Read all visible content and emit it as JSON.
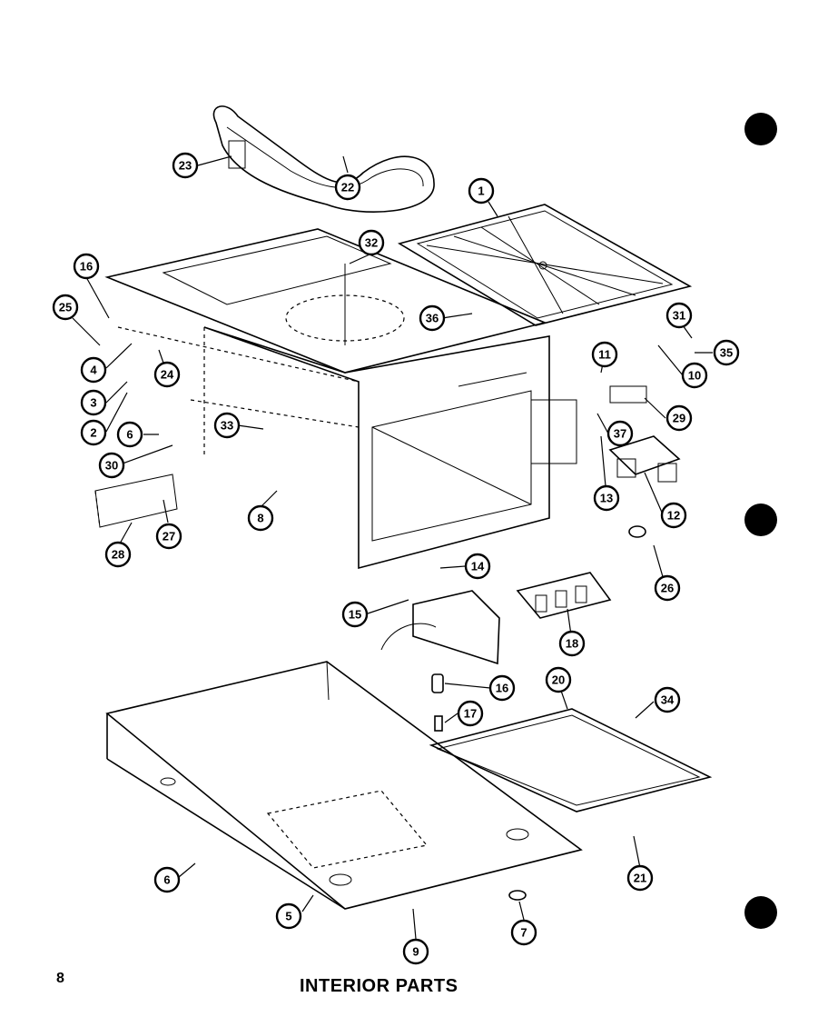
{
  "page_number": "8",
  "title": "INTERIOR PARTS",
  "callouts": [
    "1",
    "2",
    "3",
    "4",
    "5",
    "6",
    "6",
    "7",
    "8",
    "9",
    "10",
    "11",
    "12",
    "13",
    "14",
    "15",
    "16",
    "16",
    "17",
    "18",
    "20",
    "21",
    "22",
    "23",
    "24",
    "25",
    "26",
    "27",
    "28",
    "29",
    "30",
    "31",
    "32",
    "33",
    "34",
    "35",
    "36",
    "37"
  ]
}
